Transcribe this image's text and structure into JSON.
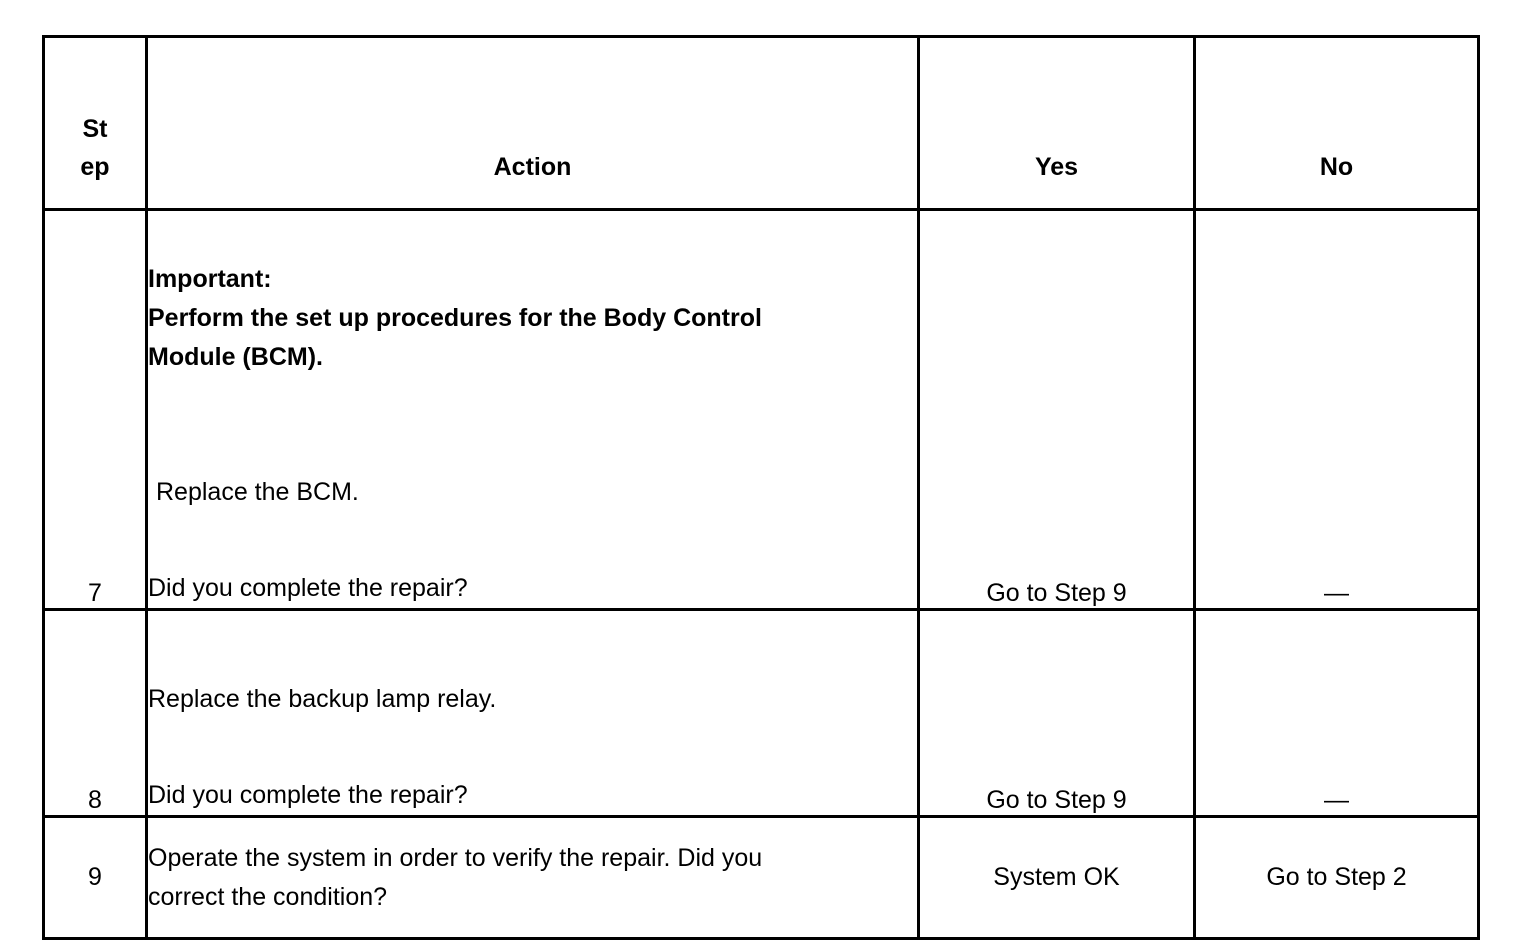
{
  "table": {
    "headers": {
      "step_line1": "St",
      "step_line2": "ep",
      "action": "Action",
      "yes": "Yes",
      "no": "No"
    },
    "rows": [
      {
        "step": "7",
        "action": {
          "important_label": "Important:",
          "important_line1": "Perform the set up procedures for the Body Control",
          "important_line2": "Module (BCM).",
          "instruction": "Replace the BCM.",
          "question": "Did you complete the repair?"
        },
        "yes": "Go to Step 9",
        "no": "—"
      },
      {
        "step": "8",
        "action": {
          "instruction": "Replace the backup lamp relay.",
          "question": "Did you complete the repair?"
        },
        "yes": "Go to Step 9",
        "no": "—"
      },
      {
        "step": "9",
        "action": {
          "question_line1": "Operate the system in order to verify the repair. Did you",
          "question_line2": "correct the condition?"
        },
        "yes": "System OK",
        "no": "Go to Step 2"
      }
    ]
  }
}
